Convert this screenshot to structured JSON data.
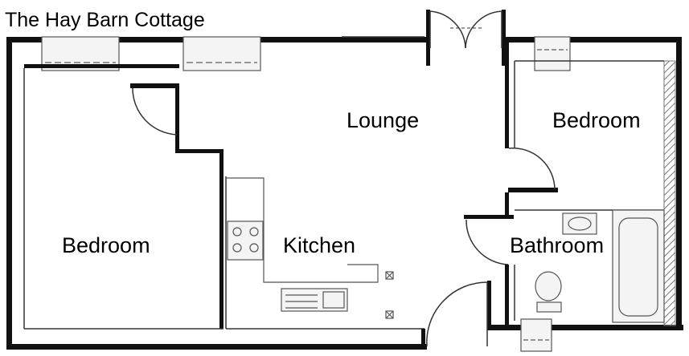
{
  "plan": {
    "title": "The Hay Barn Cottage",
    "rooms": {
      "lounge": "Lounge",
      "bedroom_right": "Bedroom",
      "bedroom_left": "Bedroom",
      "kitchen": "Kitchen",
      "bathroom": "Bathroom"
    }
  },
  "colors": {
    "wall": "#111111",
    "hatch": "#777777",
    "fixture": "#555555"
  }
}
